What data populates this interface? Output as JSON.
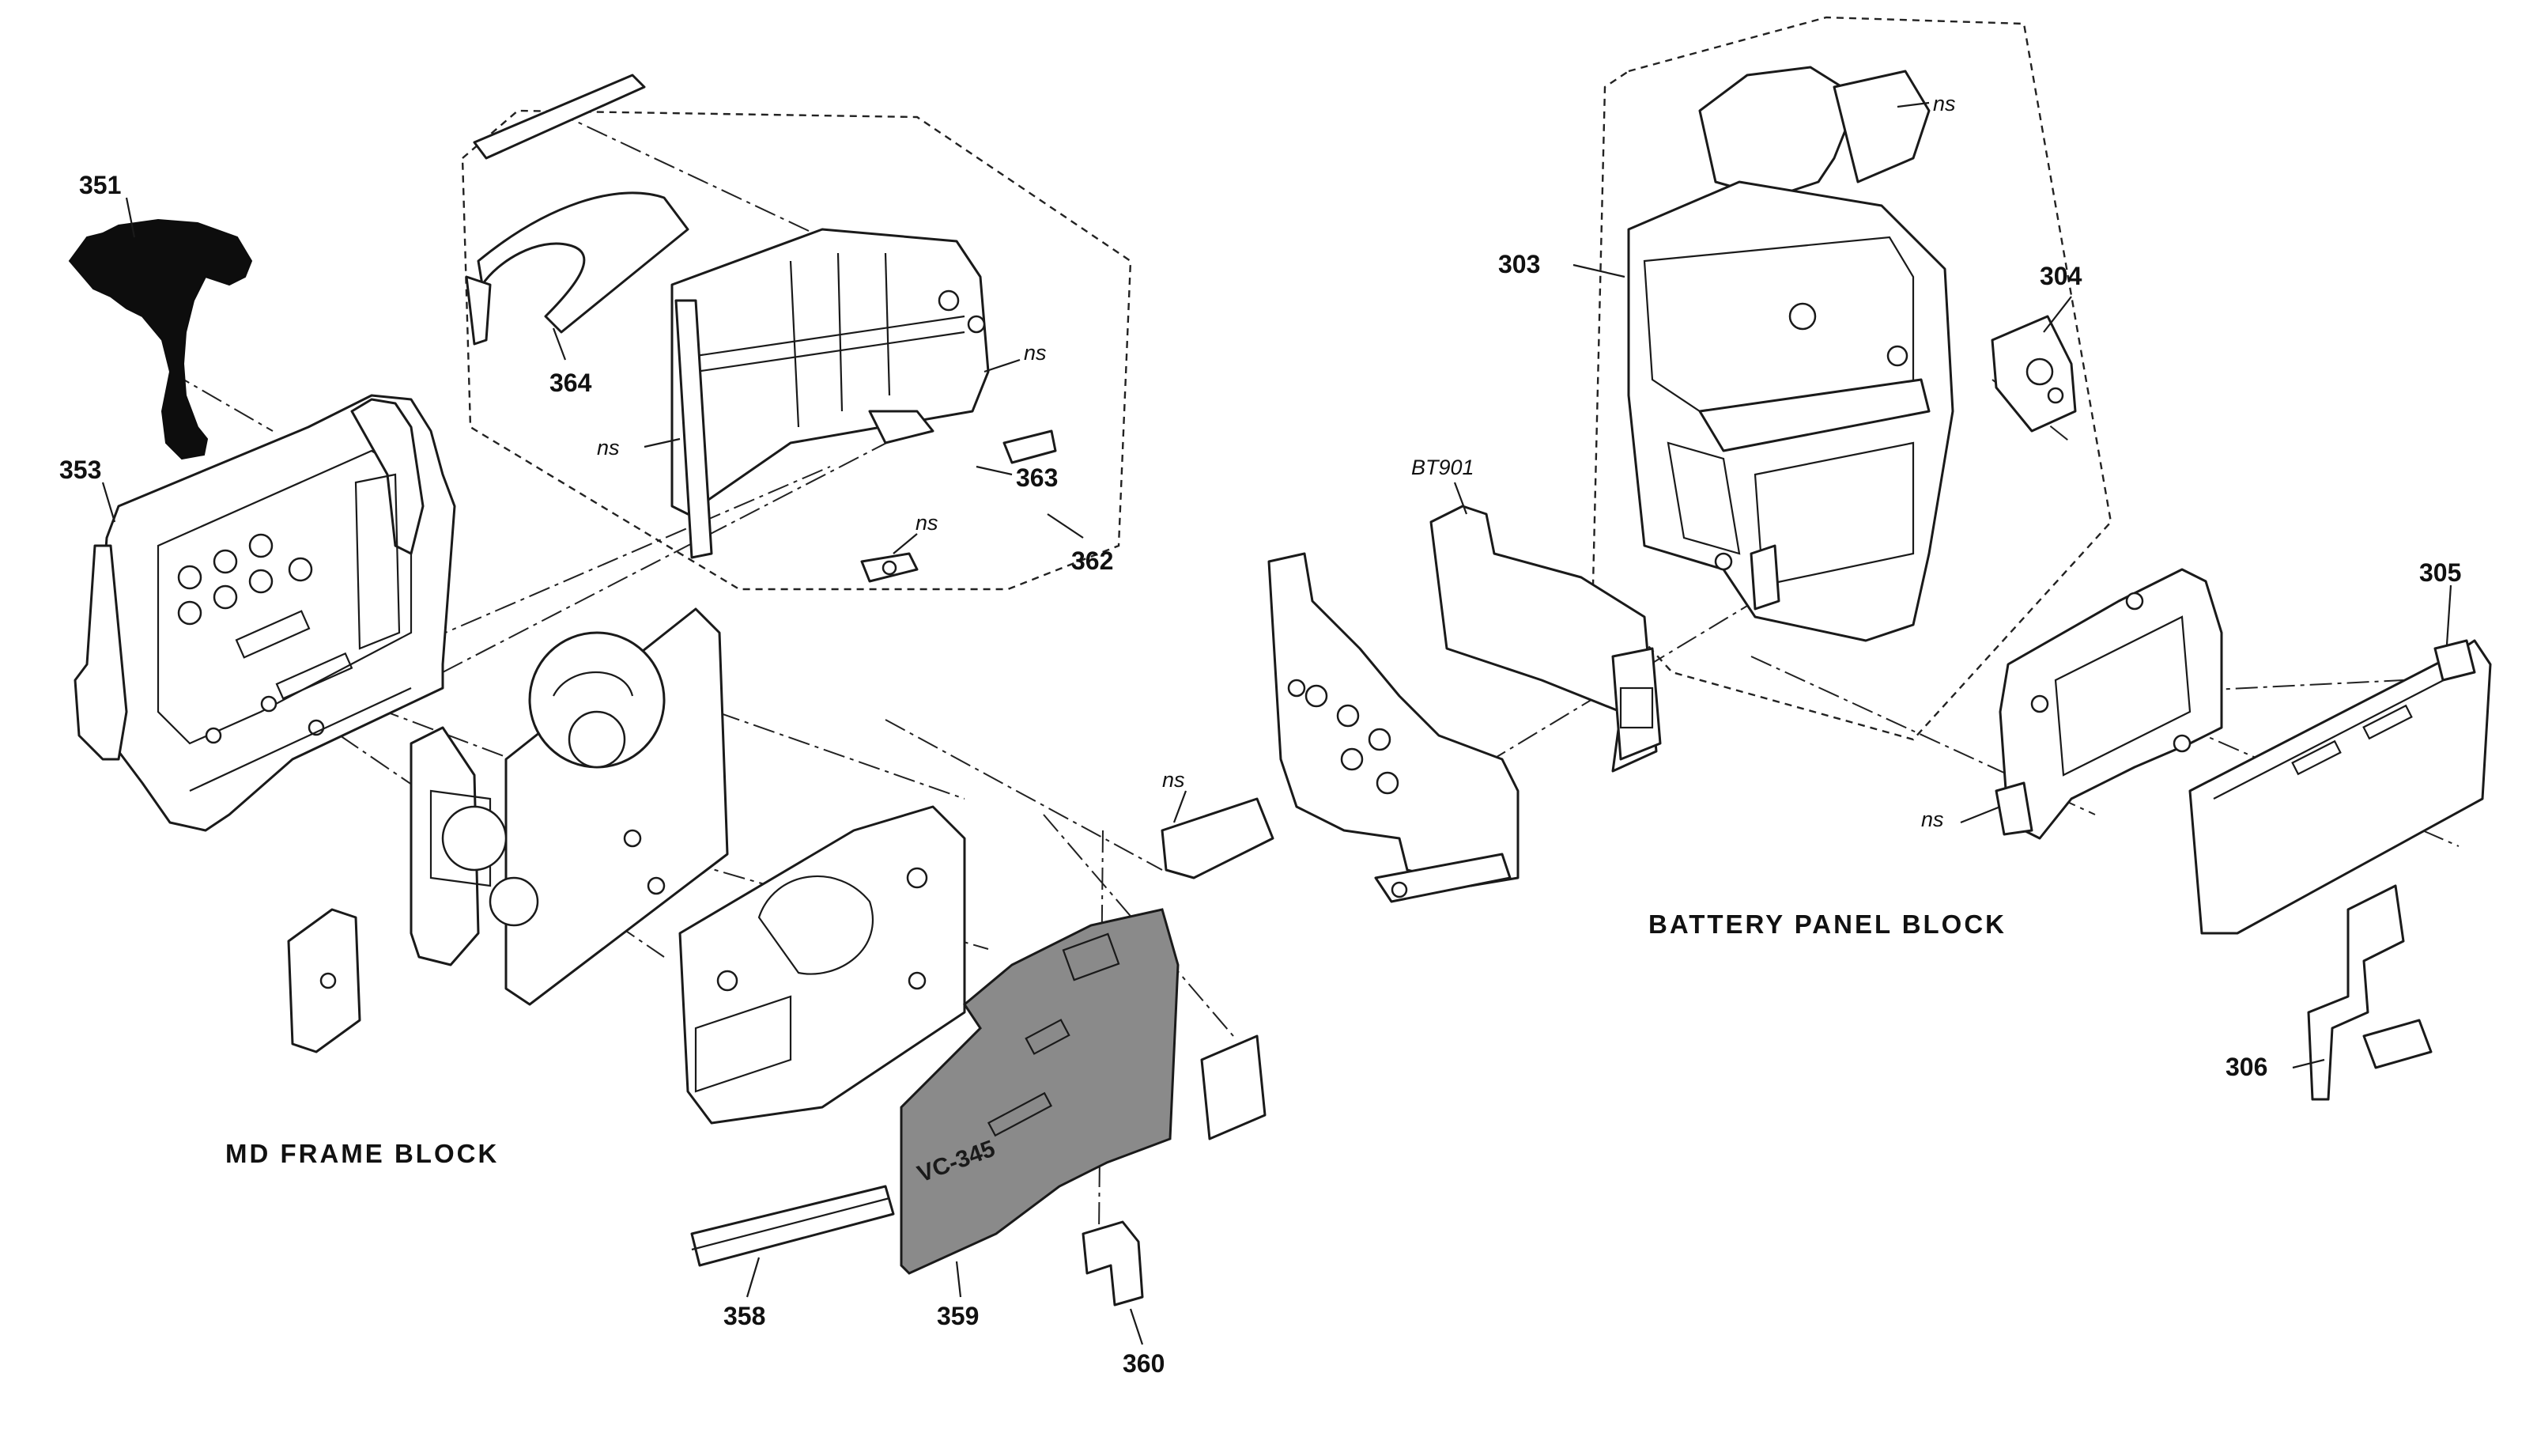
{
  "labels": {
    "p351": "351",
    "p353": "353",
    "p364": "364",
    "p363": "363",
    "p362": "362",
    "p303": "303",
    "p304": "304",
    "p305": "305",
    "p306": "306",
    "p358": "358",
    "p359": "359",
    "p360": "360",
    "bt901": "BT901",
    "ns": "ns"
  },
  "blocks": {
    "md_frame": "MD FRAME BLOCK",
    "battery_panel": "BATTERY PANEL BLOCK"
  },
  "board_silk": "VC-345"
}
